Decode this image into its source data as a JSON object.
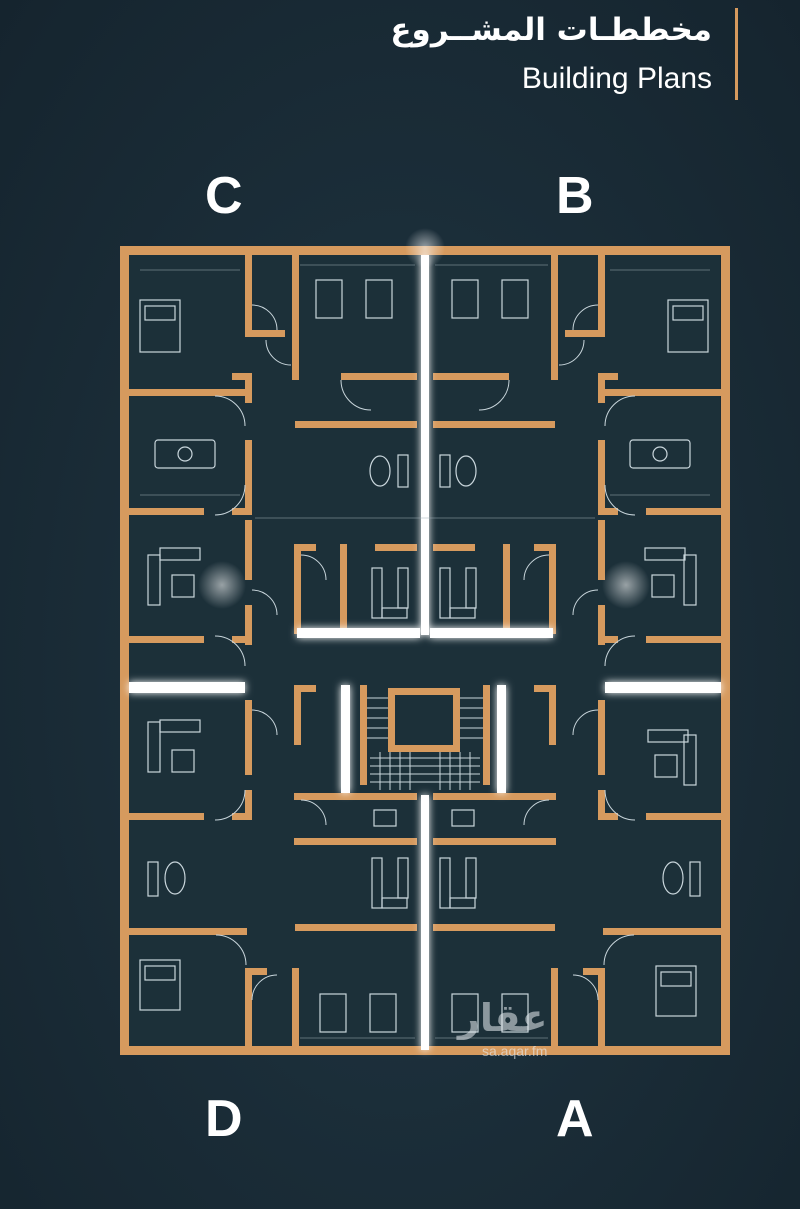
{
  "header": {
    "title_ar": "مخططـات المشــروع",
    "title_en": "Building Plans"
  },
  "quadrants": {
    "top_left": "C",
    "top_right": "B",
    "bottom_left": "D",
    "bottom_right": "A"
  },
  "watermark": {
    "brand": "عقار",
    "url": "sa.aqar.fm"
  },
  "colors": {
    "background": "#1a2c37",
    "wall": "#d69a5e",
    "glow": "#ffffff",
    "furniture": "#c9d6dc"
  }
}
